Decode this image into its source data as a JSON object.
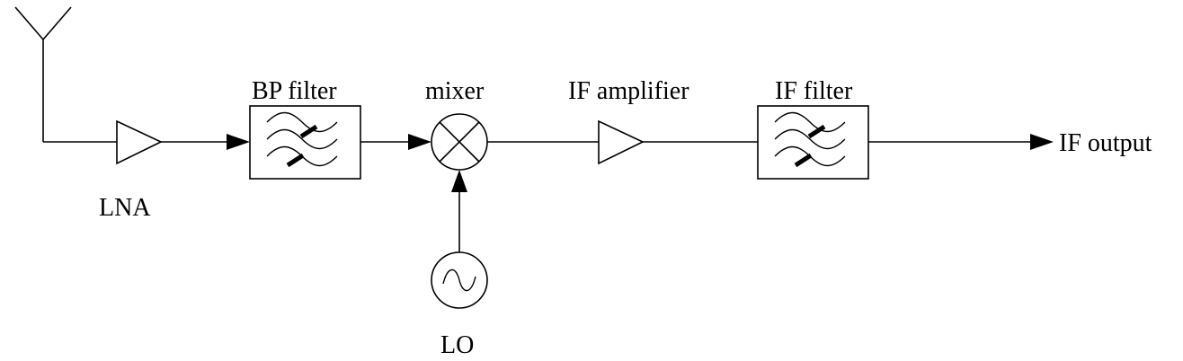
{
  "diagram": {
    "labels": {
      "lna": "LNA",
      "bp_filter": "BP filter",
      "mixer": "mixer",
      "if_amplifier": "IF amplifier",
      "if_filter": "IF filter",
      "if_output": "IF output",
      "lo": "LO"
    },
    "colors": {
      "stroke": "#000000",
      "background": "#ffffff"
    },
    "icons": {
      "antenna": "antenna-icon",
      "amplifier": "triangle-amplifier-icon",
      "filter": "bandpass-filter-icon",
      "mixer": "mixer-x-circle-icon",
      "oscillator": "sine-oscillator-icon"
    }
  }
}
